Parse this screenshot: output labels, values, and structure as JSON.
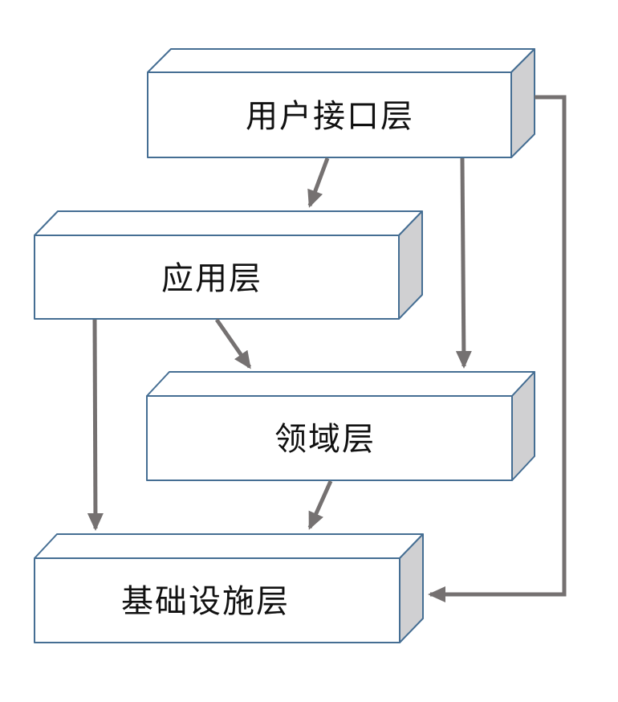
{
  "diagram": {
    "type": "layered-architecture",
    "layers": [
      {
        "id": "user-interface",
        "label": "用户接口层"
      },
      {
        "id": "application",
        "label": "应用层"
      },
      {
        "id": "domain",
        "label": "领域层"
      },
      {
        "id": "infrastructure",
        "label": "基础设施层"
      }
    ],
    "connections": [
      {
        "from": "用户接口层",
        "to": "应用层"
      },
      {
        "from": "用户接口层",
        "to": "领域层"
      },
      {
        "from": "用户接口层",
        "to": "基础设施层"
      },
      {
        "from": "应用层",
        "to": "领域层"
      },
      {
        "from": "应用层",
        "to": "基础设施层"
      },
      {
        "from": "领域层",
        "to": "基础设施层"
      }
    ],
    "colors": {
      "box_border": "#456e93",
      "box_front": "#ffffff",
      "box_side": "#d0d0d2",
      "arrow": "#757171",
      "text": "#111111",
      "background": "#ffffff"
    }
  }
}
